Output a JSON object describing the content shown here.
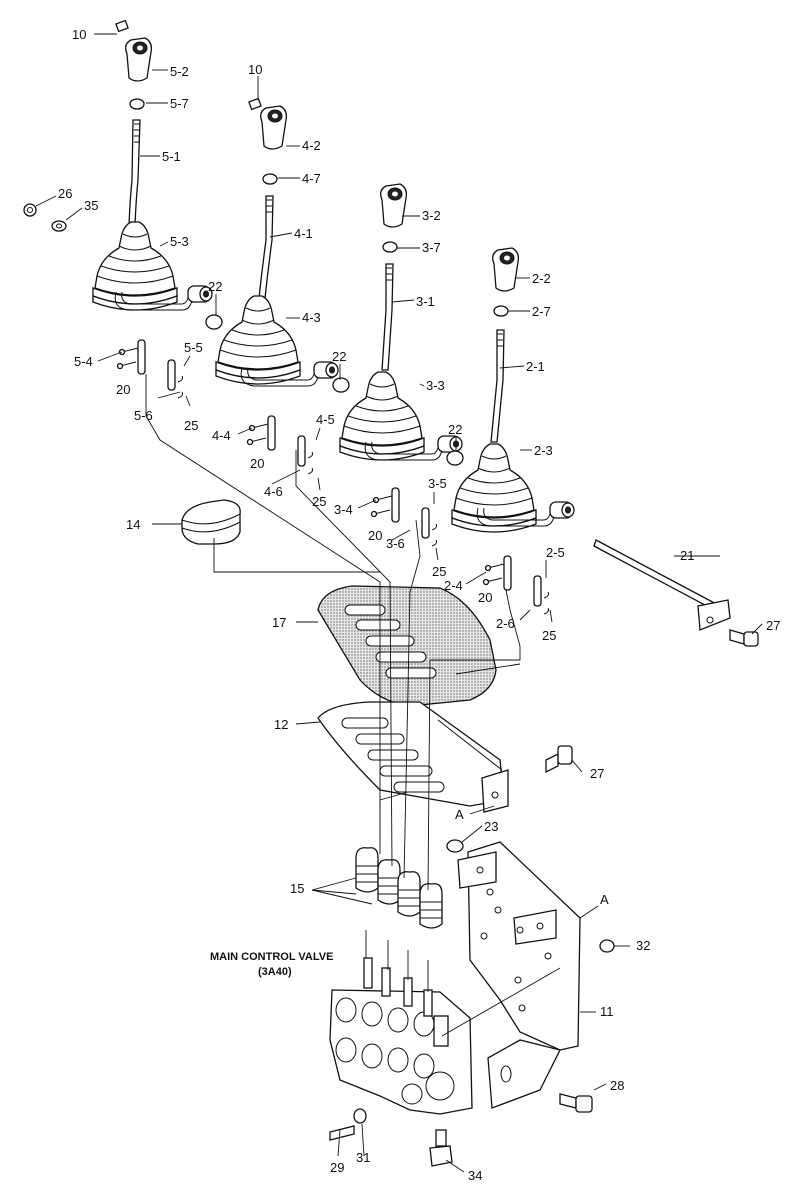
{
  "diagram": {
    "main_valve_title": "MAIN CONTROL VALVE",
    "main_valve_model": "(3A40)",
    "section_marker": "A",
    "labels": {
      "p10a": "10",
      "p5_2": "5-2",
      "p5_7": "5-7",
      "p5_1": "5-1",
      "p26": "26",
      "p35": "35",
      "p5_3": "5-3",
      "p10b": "10",
      "p4_2": "4-2",
      "p4_7": "4-7",
      "p4_1": "4-1",
      "p3_2": "3-2",
      "p3_7": "3-7",
      "p3_1": "3-1",
      "p2_2": "2-2",
      "p2_7": "2-7",
      "p2_1": "2-1",
      "p22a": "22",
      "p4_3": "4-3",
      "p22b": "22",
      "p3_3": "3-3",
      "p22c": "22",
      "p2_3": "2-3",
      "p5_4": "5-4",
      "p20a": "20",
      "p5_5": "5-5",
      "p5_6": "5-6",
      "p25a": "25",
      "p4_4": "4-4",
      "p4_5": "4-5",
      "p20b": "20",
      "p4_6": "4-6",
      "p25b": "25",
      "p3_4": "3-4",
      "p3_5": "3-5",
      "p20c": "20",
      "p3_6": "3-6",
      "p25c": "25",
      "p2_4": "2-4",
      "p2_5": "2-5",
      "p20d": "20",
      "p2_6": "2-6",
      "p25d": "25",
      "p14": "14",
      "p21": "21",
      "p27a": "27",
      "p17": "17",
      "p12": "12",
      "p27b": "27",
      "p23": "23",
      "p15": "15",
      "p32": "32",
      "p11": "11",
      "p28": "28",
      "p29": "29",
      "p31": "31",
      "p34": "34"
    }
  }
}
